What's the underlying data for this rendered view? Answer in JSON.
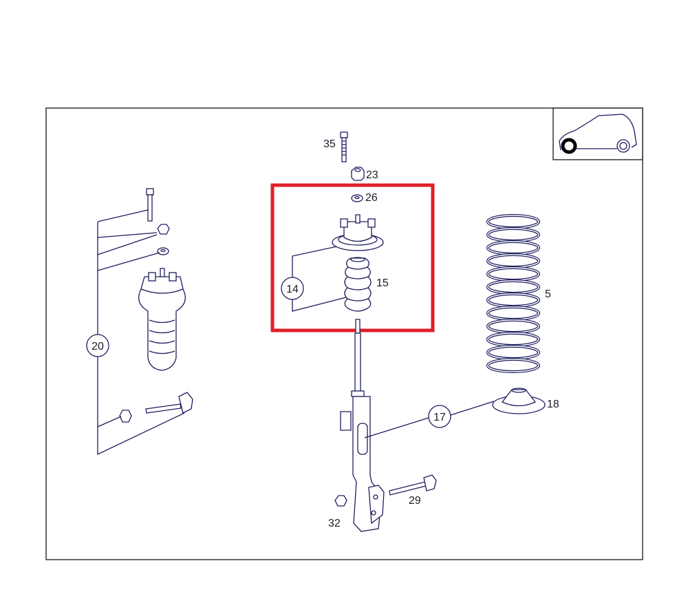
{
  "diagram": {
    "highlight_color": "#e0202a",
    "line_color": "#1c1c5e",
    "vehicle_icon": "car-front-wheel-highlighted-icon",
    "labels": {
      "p35": "35",
      "p23": "23",
      "p26": "26",
      "p15": "15",
      "p14": "14",
      "p5": "5",
      "p20": "20",
      "p17": "17",
      "p18": "18",
      "p29": "29",
      "p32": "32"
    }
  }
}
